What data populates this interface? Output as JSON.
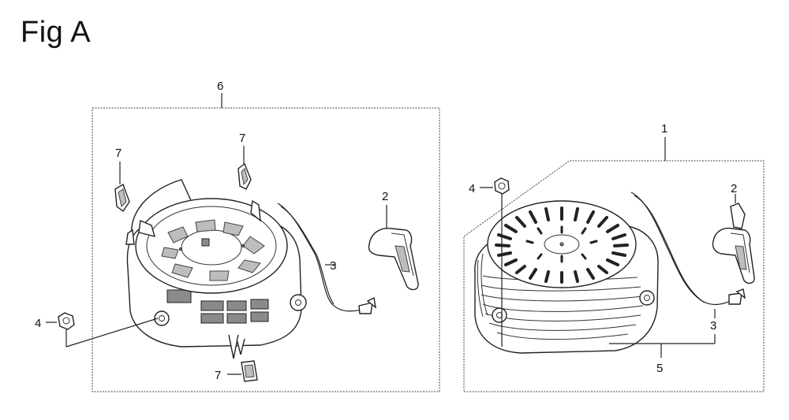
{
  "figure": {
    "title": "Fig A"
  },
  "left_assembly": {
    "labels": {
      "assembly": "6",
      "guide_a": "7",
      "guide_b": "7",
      "guide_c": "7",
      "handle": "2",
      "rope": "3",
      "nut": "4"
    }
  },
  "right_assembly": {
    "labels": {
      "assembly": "1",
      "nut": "4",
      "handle": "2",
      "rope": "3",
      "set": "5"
    }
  },
  "icons": [
    "recoil-starter",
    "starter-handle",
    "starter-rope",
    "flange-nut",
    "rope-guide"
  ]
}
